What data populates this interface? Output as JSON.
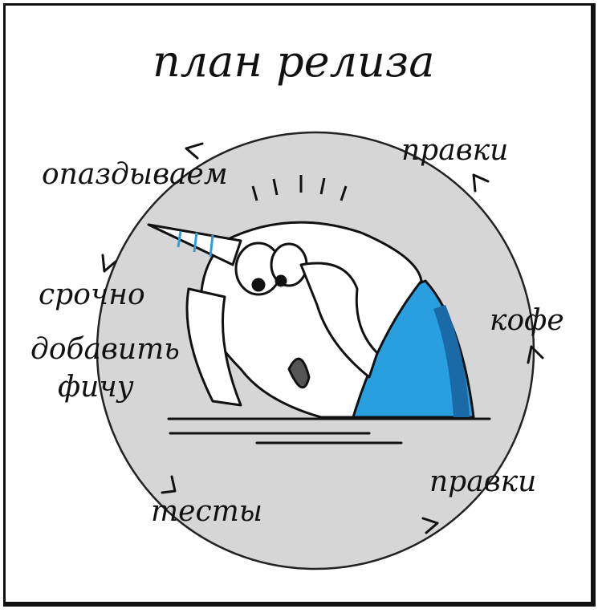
{
  "title": "план релиза",
  "cycle": {
    "steps": [
      "опаздываем",
      "срочно",
      "добавить",
      "фичу",
      "тесты",
      "правки",
      "кофе",
      "правки"
    ]
  },
  "colors": {
    "circle": "#d6d6d6",
    "shirt": "#2a9fe0",
    "shirt_dark": "#1a6aa8",
    "ink": "#111111"
  }
}
